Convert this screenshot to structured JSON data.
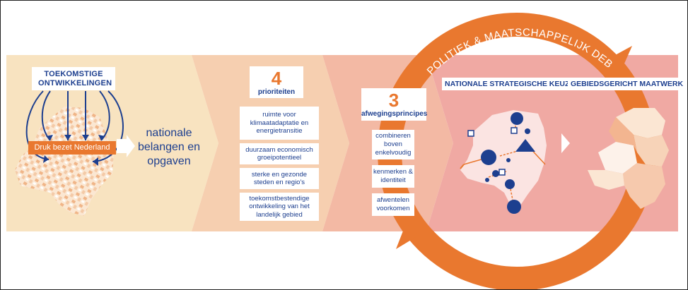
{
  "colors": {
    "band1": "#f8e3c0",
    "band2": "#f6cfb0",
    "band3": "#f3b9a4",
    "band4": "#f0a9a3",
    "orange": "#e9782f",
    "navy": "#1d3f8f"
  },
  "toekomstige": "TOEKOMSTIGE ONTWIKKELINGEN",
  "druk": "Druk bezet Nederland",
  "nationale": "nationale belangen en opgaven",
  "prioriteiten": {
    "number": "4",
    "label": "prioriteiten",
    "items": [
      "ruimte voor klimaatadaptatie en energietransitie",
      "duurzaam economisch groeipotentieel",
      "sterke en gezonde steden en regio's",
      "toekomstbestendige ontwikkeling van het landelijk gebied"
    ]
  },
  "afwegingsprincipes": {
    "number": "3",
    "label": "afwegingsprincipes",
    "items": [
      "combineren boven enkelvoudig",
      "kenmerken & identiteit",
      "afwentelen voorkomen"
    ]
  },
  "ring_title": "POLITIEK & MAATSCHAPPELIJK DEBAT",
  "panel_left_title": "NATIONALE STRATEGISCHE KEUZES",
  "panel_right_title": "GEBIEDSGERICHT MAATWERK"
}
